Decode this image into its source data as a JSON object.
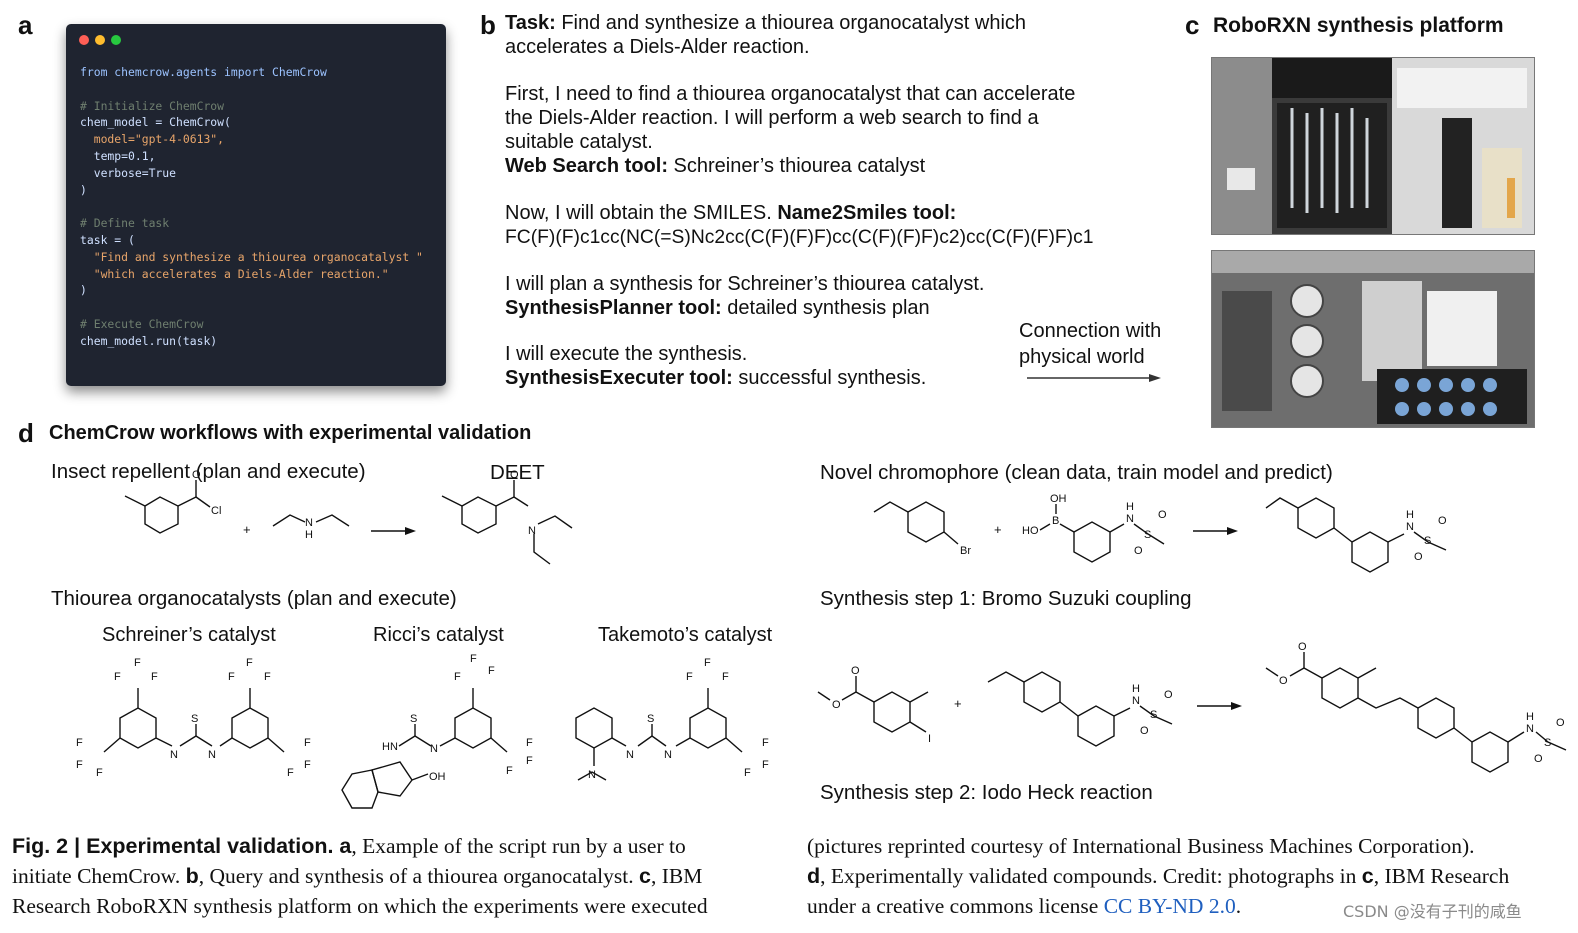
{
  "panel_a": {
    "letter": "a",
    "window_dots": [
      "#ff5f56",
      "#ffbd2e",
      "#27c93f"
    ],
    "code": [
      {
        "text": "from chemcrow.agents import ChemCrow",
        "color": "#9cc3ff"
      },
      {
        "text": "",
        "color": "#ddd"
      },
      {
        "text": "# Initialize ChemCrow",
        "color": "#6f7f6f"
      },
      {
        "text": "chem_model = ChemCrow(",
        "color": "#cfe0ff"
      },
      {
        "text": "  model=\"gpt-4-0613\",",
        "color": "#e8a56a"
      },
      {
        "text": "  temp=0.1,",
        "color": "#cfe0ff"
      },
      {
        "text": "  verbose=True",
        "color": "#cfe0ff"
      },
      {
        "text": ")",
        "color": "#cfe0ff"
      },
      {
        "text": "",
        "color": "#ddd"
      },
      {
        "text": "# Define task",
        "color": "#6f7f6f"
      },
      {
        "text": "task = (",
        "color": "#cfe0ff"
      },
      {
        "text": "  \"Find and synthesize a thiourea organocatalyst \"",
        "color": "#e8a56a"
      },
      {
        "text": "  \"which accelerates a Diels-Alder reaction.\"",
        "color": "#e8a56a"
      },
      {
        "text": ")",
        "color": "#cfe0ff"
      },
      {
        "text": "",
        "color": "#ddd"
      },
      {
        "text": "# Execute ChemCrow",
        "color": "#6f7f6f"
      },
      {
        "text": "chem_model.run(task)",
        "color": "#cfe0ff"
      }
    ]
  },
  "panel_b": {
    "letter": "b",
    "task_label": "Task:",
    "task_line1": " Find and synthesize a thiourea organocatalyst which",
    "task_line2": "accelerates a Diels-Alder reaction.",
    "p1_l1": "First, I need to find a thiourea organocatalyst that can accelerate",
    "p1_l2": "the Diels-Alder reaction. I will perform a web search to find a",
    "p1_l3": "suitable catalyst.",
    "web_tool": "Web Search tool:",
    "web_result": "  Schreiner’s thiourea catalyst",
    "p2_l1": "Now, I will obtain the SMILES. ",
    "name2smiles_tool": "Name2Smiles tool:",
    "smiles": "FC(F)(F)c1cc(NC(=S)Nc2cc(C(F)(F)F)cc(C(F)(F)F)c2)cc(C(F)(F)F)c1",
    "p3_l1": "I will plan a synthesis for Schreiner’s thiourea catalyst.",
    "planner_tool": "SynthesisPlanner tool:",
    "planner_result": " detailed synthesis plan",
    "p4_l1": "I will execute the synthesis.",
    "executer_tool": "SynthesisExecuter tool:",
    "executer_result": " successful synthesis.",
    "connection_l1": "Connection with",
    "connection_l2": "physical world"
  },
  "panel_c": {
    "letter": "c",
    "title": "RoboRXN synthesis platform"
  },
  "panel_d": {
    "letter": "d",
    "title": "ChemCrow workflows with experimental validation",
    "insect_label": "Insect repellent (plan and execute)",
    "deet_label": "DEET",
    "thiourea_label": "Thiourea organocatalysts (plan and execute)",
    "schreiner_label": "Schreiner’s catalyst",
    "ricci_label": "Ricci’s catalyst",
    "takemoto_label": "Takemoto’s catalyst",
    "chromophore_label": "Novel chromophore (clean data, train model and predict)",
    "step1_label": "Synthesis step 1: Bromo Suzuki coupling",
    "step2_label": "Synthesis step 2: Iodo Heck reaction",
    "atoms": {
      "O": "O",
      "Cl": "Cl",
      "N": "N",
      "H": "H",
      "S": "S",
      "F": "F",
      "Br": "Br",
      "OH": "OH",
      "B": "B",
      "HO": "HO",
      "I": "I",
      "HN": "HN",
      "plus": "+"
    }
  },
  "caption": {
    "fig_label": "Fig. 2 | Experimental validation.",
    "l1_a": " a",
    "l1_rest": ", Example of the script run by a user to",
    "l2_pre": "initiate ChemCrow. ",
    "l2_b": "b",
    "l2_mid": ", Query and synthesis of a thiourea organocatalyst. ",
    "l2_c": "c",
    "l2_end": ", IBM",
    "l3": "Research RoboRXN synthesis platform on which the experiments were executed",
    "r1": "(pictures reprinted courtesy of International Business Machines Corporation).",
    "r2_d": "d",
    "r2_mid": ", Experimentally validated compounds. Credit: photographs in ",
    "r2_c": "c",
    "r2_end": ", IBM Research",
    "r3_pre": "under a creative commons license ",
    "r3_link": "CC BY-ND 2.0",
    "r3_end": "."
  },
  "watermark": "CSDN @没有子刊的咸鱼"
}
